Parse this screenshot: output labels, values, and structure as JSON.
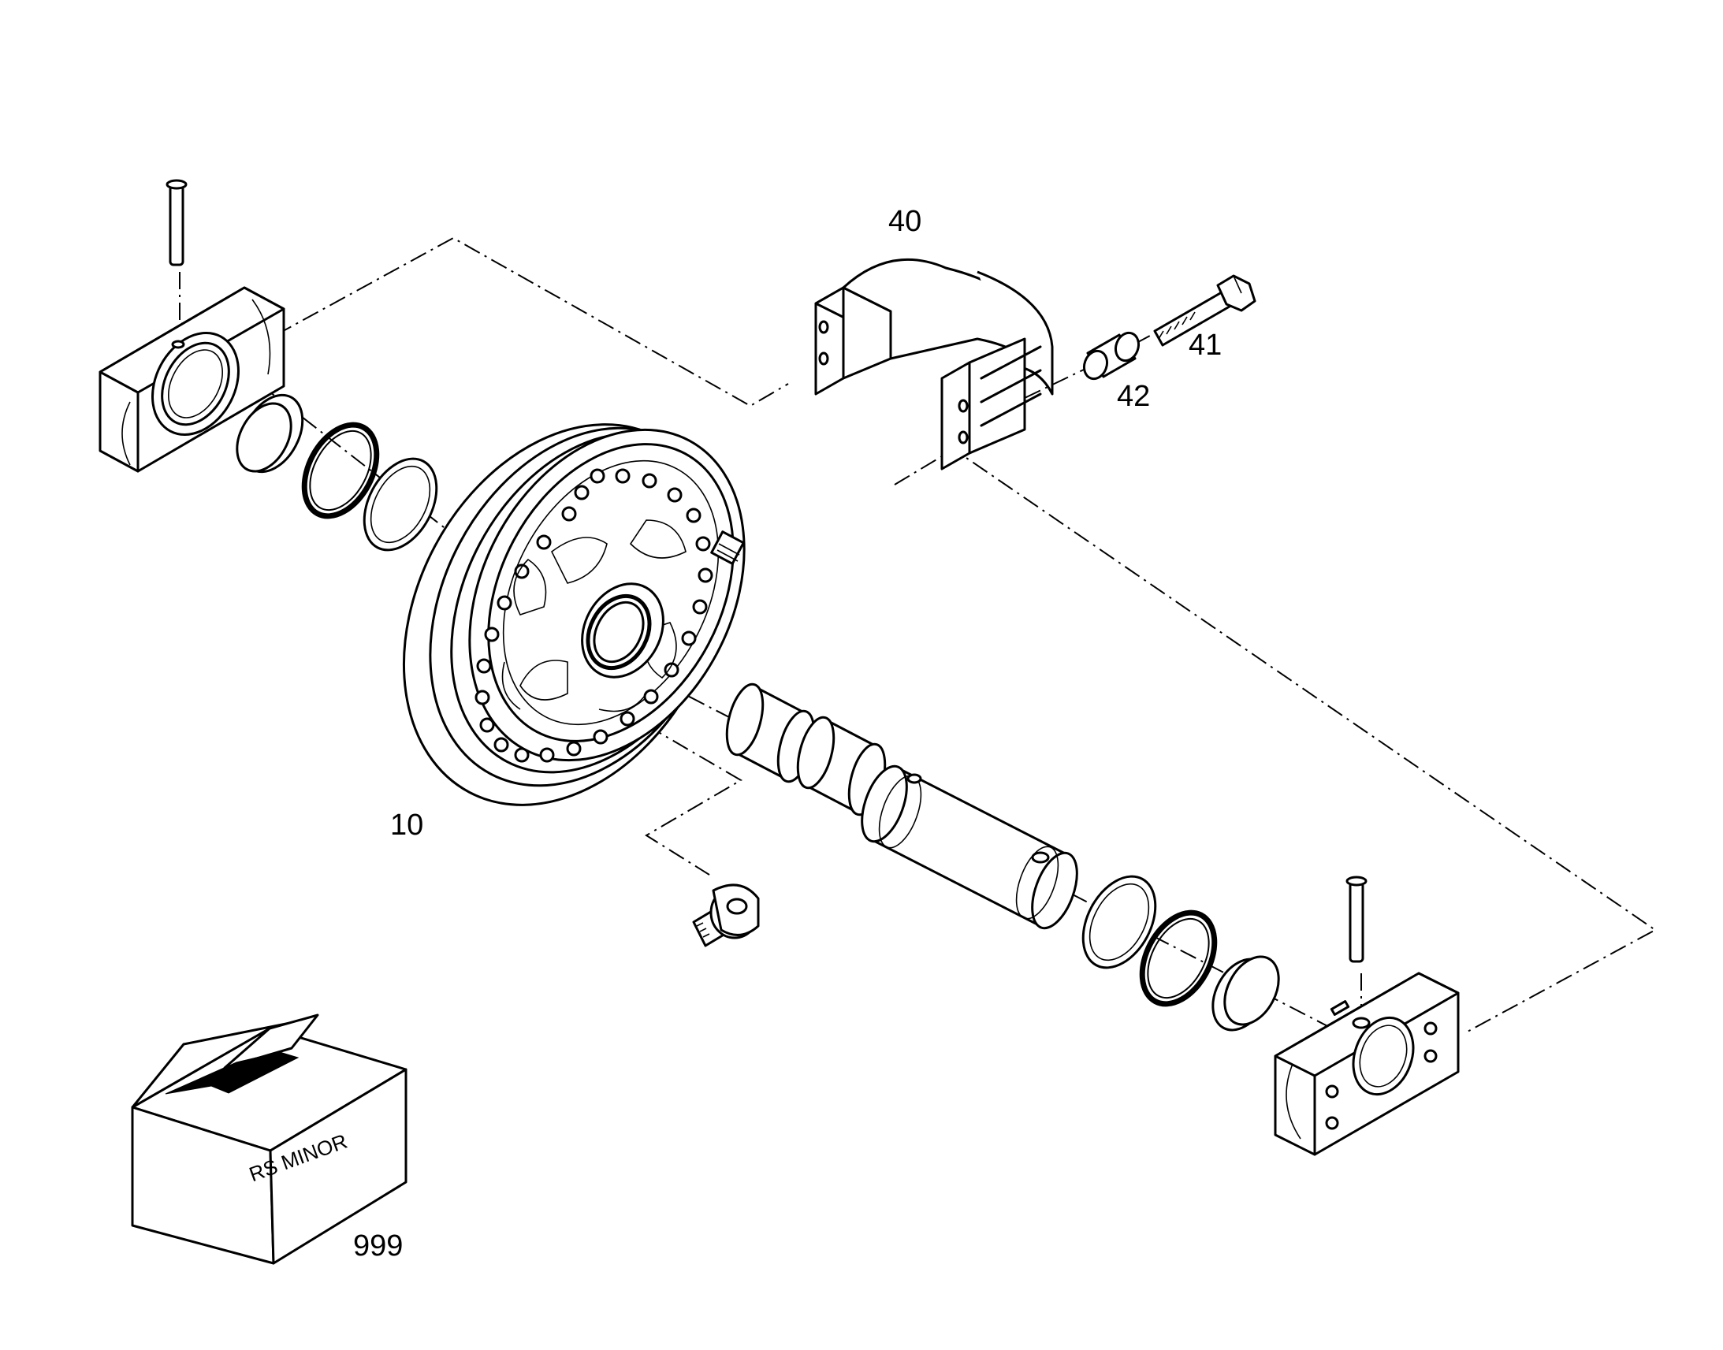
{
  "callouts": {
    "wheel": "10",
    "bracket": "40",
    "bolt": "41",
    "spacer": "42",
    "kit": "999"
  },
  "kit_box": {
    "label": "RS MINOR"
  }
}
